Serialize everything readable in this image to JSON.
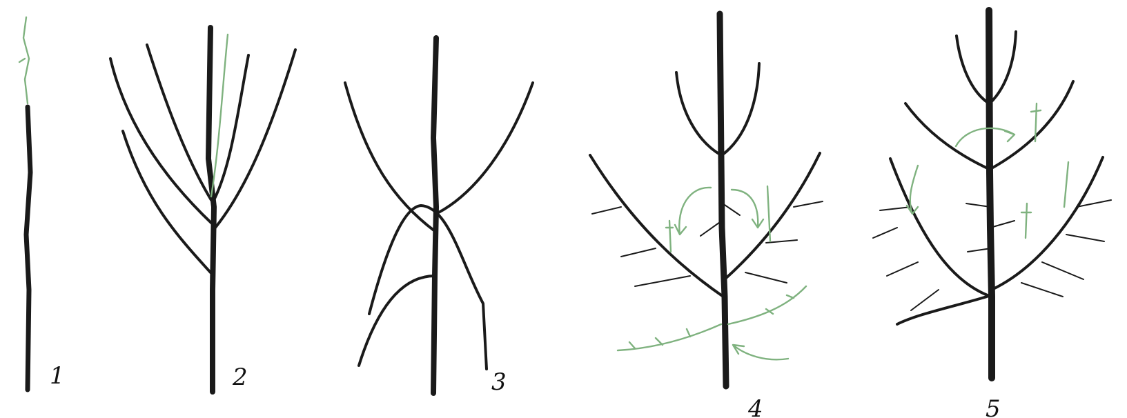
{
  "figure": {
    "labels": [
      "1",
      "2",
      "3",
      "4",
      "5"
    ]
  },
  "colors": {
    "ink": "#1a1a1a",
    "pruning_marks": "#7fb27f",
    "background": "#ffffff"
  }
}
